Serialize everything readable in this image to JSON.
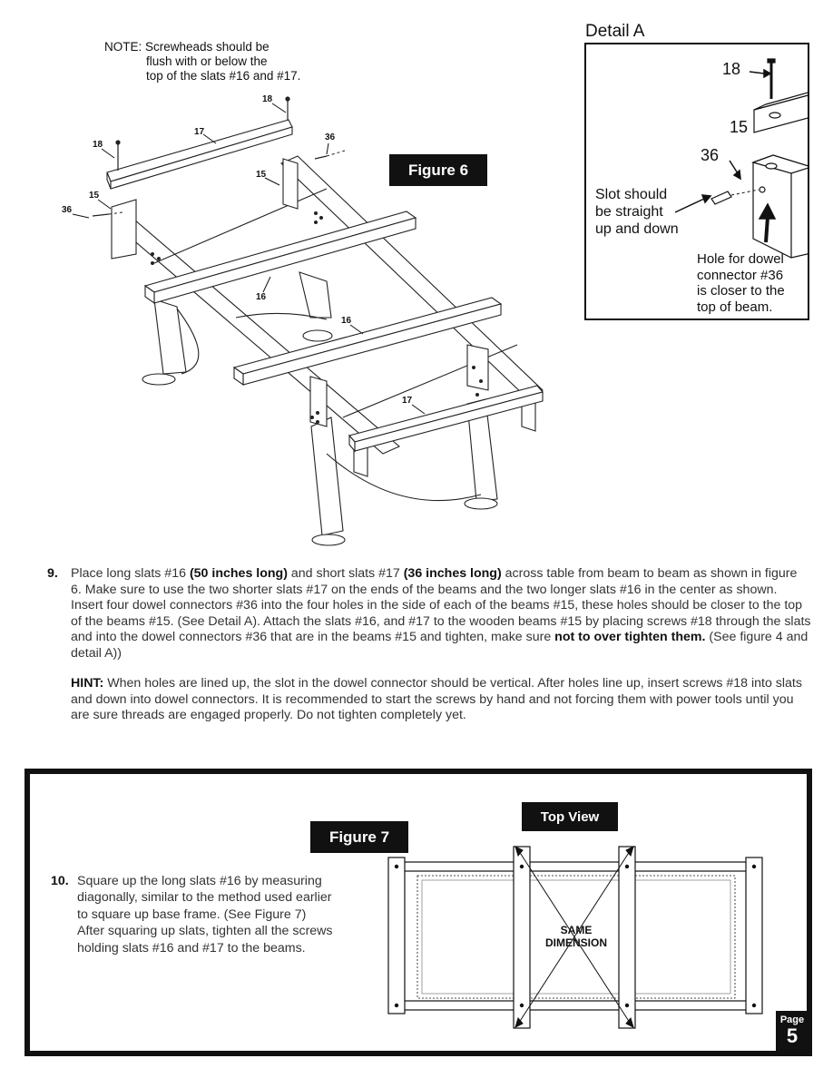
{
  "note": {
    "line1": "NOTE: Screwheads should be",
    "line2": "flush with or below  the",
    "line3": "top of the slats #16 and #17."
  },
  "figure6": {
    "label": "Figure 6",
    "callouts": {
      "c18a": "18",
      "c17a": "17",
      "c18b": "18",
      "c36a": "36",
      "c15a": "15",
      "c36b": "36",
      "c15b": "15",
      "c16a": "16",
      "c16b": "16",
      "c17b": "17"
    }
  },
  "detail_a": {
    "title": "Detail A",
    "n18": "18",
    "n15": "15",
    "n36": "36",
    "slot_text": [
      "Slot should",
      "be straight",
      "up and down"
    ],
    "hole_text": [
      "Hole for dowel",
      "connector #36",
      "is closer to the",
      "top of beam."
    ]
  },
  "step9": {
    "number": "9.",
    "t1": "Place long slats #16 ",
    "b1": "(50 inches long)",
    "t2": " and short slats #17 ",
    "b2": "(36 inches long)",
    "t3": " across table from beam to beam as shown in figure 6.  Make sure to use the two shorter slats #17 on the ends of the beams and the two longer slats #16 in the center as shown.  Insert four dowel connectors #36 into the four holes in the side of each of the beams #15, these holes should be closer to the top of the beams #15.    (See Detail A).  Attach the slats #16, and #17 to the wooden beams #15 by placing screws #18 through the slats and into the dowel connectors #36 that are in the beams #15 and tighten, make sure ",
    "b3": "not to over tighten them.",
    "t4": "  (See figure 4 and detail A))"
  },
  "hint": {
    "label": "HINT:",
    "text": " When holes are lined up, the slot in the dowel connector should be vertical. After holes line up, insert screws #18 into slats and down into dowel connectors.  It is recommended to start the screws by hand and not forcing them with power tools until you are sure threads are engaged properly.  Do not tighten completely yet."
  },
  "figure7": {
    "label": "Figure 7",
    "top_view": "Top View",
    "same_line1": "SAME",
    "same_line2": "DIMENSION"
  },
  "step10": {
    "number": "10.",
    "text": "Square up the long slats #16 by measuring diagonally, similar to the method used earlier to square up base frame. (See Figure 7) After squaring up slats, tighten all the screws holding slats #16 and #17 to the beams."
  },
  "page": {
    "label": "Page",
    "number": "5"
  }
}
